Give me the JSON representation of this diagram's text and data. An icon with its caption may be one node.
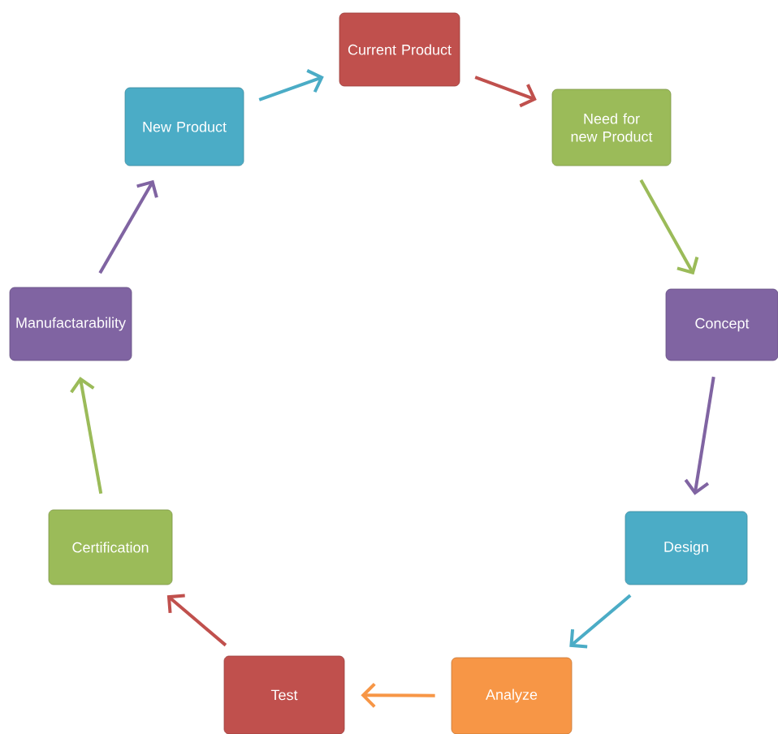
{
  "diagram": {
    "nodes": [
      {
        "text": [
          "Current Product"
        ]
      },
      {
        "text": [
          "Need for new Product"
        ]
      },
      {
        "text": [
          "Concept"
        ]
      },
      {
        "text": [
          "Design"
        ]
      },
      {
        "text": [
          "Analyze"
        ]
      },
      {
        "text": [
          "Test"
        ]
      },
      {
        "text": [
          "Certification"
        ]
      },
      {
        "text": [
          "Manufactarability"
        ]
      },
      {
        "text": [
          "New Product"
        ]
      }
    ],
    "edges": [
      {
        "from": 0,
        "to": 1,
        "arrow": "to",
        "color": "#c0504d"
      },
      {
        "from": 1,
        "to": 2,
        "arrow": "to",
        "color": "#9bbb59"
      },
      {
        "from": 2,
        "to": 3,
        "arrow": "to",
        "color": "#8064a2"
      },
      {
        "from": 3,
        "to": 4,
        "arrow": "to",
        "color": "#4bacc6"
      },
      {
        "from": 4,
        "to": 5,
        "arrow": "to",
        "color": "#f79646"
      },
      {
        "from": 5,
        "to": 6,
        "arrow": "to",
        "color": "#c0504d"
      },
      {
        "from": 6,
        "to": 7,
        "arrow": "to",
        "color": "#9bbb59"
      },
      {
        "from": 7,
        "to": 8,
        "arrow": "to",
        "color": "#8064a2"
      },
      {
        "from": 8,
        "to": 0,
        "arrow": "to",
        "color": "#4bacc6"
      }
    ]
  }
}
